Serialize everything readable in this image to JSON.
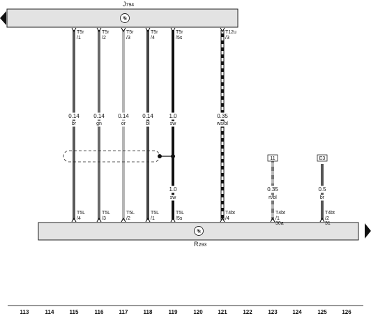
{
  "components": {
    "top": {
      "name": "J794",
      "name_main": "J",
      "name_sub": "794",
      "symbol": "ground-symbol"
    },
    "bottom": {
      "name": "R293",
      "name_main": "R",
      "name_sub": "293",
      "symbol": "ground-symbol"
    }
  },
  "wires": [
    {
      "id": "115",
      "color_hex": "#5a5a5a",
      "top_conn": "T5r",
      "top_pin": "/1",
      "gauge": "0.14",
      "color": "br",
      "bot_conn": "T5L",
      "bot_pin": "/4"
    },
    {
      "id": "116",
      "color_hex": "#6a6a6a",
      "top_conn": "T5r",
      "top_pin": "/2",
      "gauge": "0.14",
      "color": "gn",
      "bot_conn": "T5L",
      "bot_pin": "/3"
    },
    {
      "id": "117",
      "color_hex": "#b5b5b5",
      "top_conn": "T5r",
      "top_pin": "/3",
      "gauge": "0.14",
      "color": "or",
      "bot_conn": "T5L",
      "bot_pin": "/2"
    },
    {
      "id": "118",
      "color_hex": "#444444",
      "top_conn": "T5r",
      "top_pin": "/4",
      "gauge": "0.14",
      "color": "bl",
      "bot_conn": "T5L",
      "bot_pin": "/1"
    },
    {
      "id": "119",
      "color_hex": "#111111",
      "top_conn": "T5r",
      "top_pin": "/5s",
      "gauge": "1.0",
      "color": "sw",
      "gauge2": "1.0",
      "color2": "sw",
      "bot_conn": "T5L",
      "bot_pin": "/5s"
    },
    {
      "id": "121",
      "color_hex": "#222222",
      "top_conn": "T12u",
      "top_pin": "/3",
      "gauge": "0.35",
      "color": "ws/bl",
      "bot_conn": "T4bt",
      "bot_pin": "/4"
    },
    {
      "id": "123",
      "color_hex": "#777777",
      "box": "11",
      "gauge": "0.35",
      "color": "rt/bl",
      "bot_conn": "T4bt",
      "bot_pin": "/1",
      "bot_pin2": "30a"
    },
    {
      "id": "125",
      "color_hex": "#555555",
      "box": "E3",
      "gauge": "0.5",
      "color": "br",
      "bot_conn": "T4bt",
      "bot_pin": "/2",
      "bot_pin2": "31"
    }
  ],
  "axis": {
    "ticks": [
      "113",
      "114",
      "115",
      "116",
      "117",
      "118",
      "119",
      "120",
      "121",
      "122",
      "123",
      "124",
      "125",
      "126"
    ]
  }
}
